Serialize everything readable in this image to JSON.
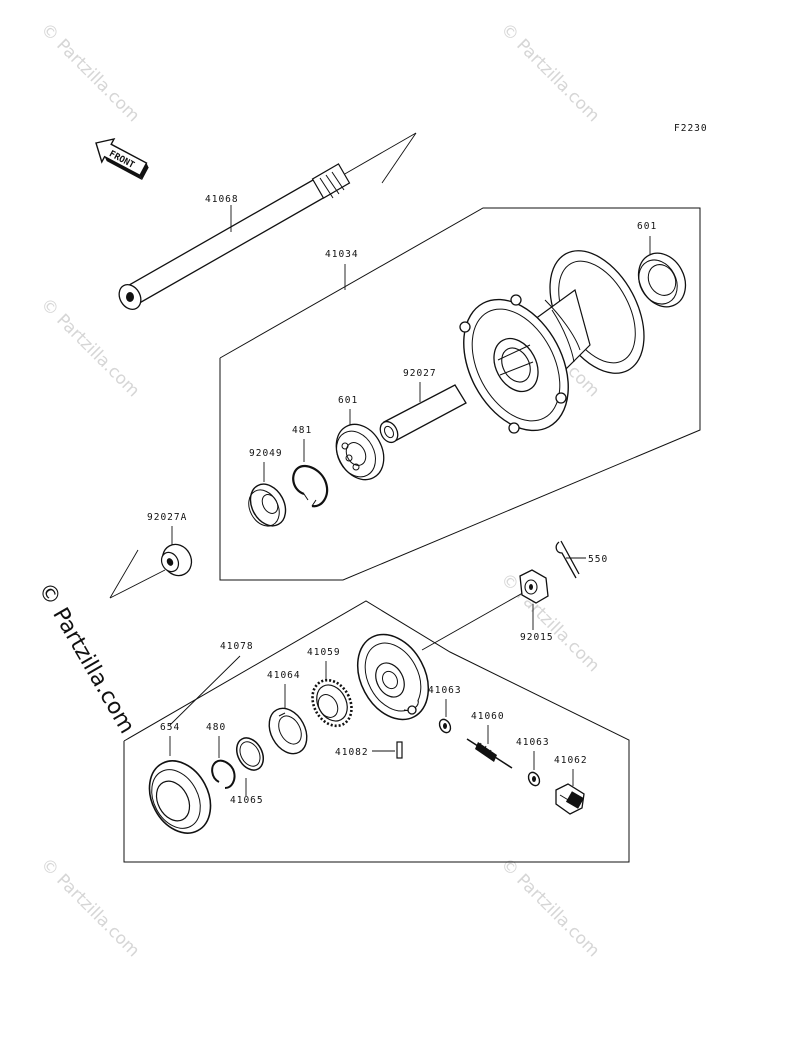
{
  "diagram": {
    "figure_code": "F2230",
    "front_label": "FRONT",
    "watermark_text": "© Partzilla.com",
    "watermark_large_text": "© Partzilla.com",
    "part_numbers": {
      "axle": "41068",
      "hub": "41034",
      "bearing_right": "601",
      "bearing_left": "601",
      "spacer_tube": "92027",
      "circlip_481": "481",
      "seal_92049": "92049",
      "collar_92027a": "92027A",
      "cotter_pin": "550",
      "nut_92015": "92015",
      "gear_housing_assy": "41078",
      "drive_gear": "41059",
      "retainer_41064": "41064",
      "oil_seal_41063_a": "41063",
      "pinion_41060": "41060",
      "oil_seal_41063_b": "41063",
      "pin_41082": "41082",
      "bushing_41062": "41062",
      "seal_654": "654",
      "circlip_480": "480",
      "washer_41065": "41065"
    }
  }
}
